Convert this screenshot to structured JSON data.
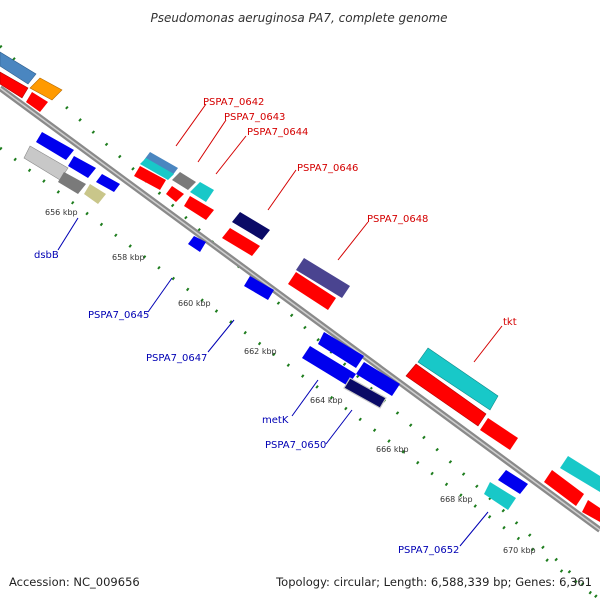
{
  "title": "Pseudomonas aeruginosa PA7, complete genome",
  "footer": {
    "accession": "Accession: NC_009656",
    "summary": "Topology: circular; Length: 6,588,339 bp; Genes: 6,361"
  },
  "colors": {
    "backbone": "#8a8a8a",
    "tick": "#1e7d1e",
    "forward_label": "#d40000",
    "reverse_label": "#0000b4",
    "red": "#ff0000",
    "blue": "#0000ee",
    "cyan": "#18c8c8",
    "navy": "#0a0a66",
    "slate": "#4a4490",
    "grey": "#7a7a7a",
    "lightgrey": "#c8c8c8",
    "khaki": "#c9c68a",
    "orange": "#ff9a00",
    "steel": "#4a86c0"
  },
  "scale": {
    "ticks": [
      "656 kbp",
      "658 kbp",
      "660 kbp",
      "662 kbp",
      "664 kbp",
      "666 kbp",
      "668 kbp",
      "670 kbp"
    ]
  },
  "genes": {
    "dsbB": "dsbB",
    "pspa7_0642": "PSPA7_0642",
    "pspa7_0643": "PSPA7_0643",
    "pspa7_0644": "PSPA7_0644",
    "pspa7_0645": "PSPA7_0645",
    "pspa7_0646": "PSPA7_0646",
    "pspa7_0647": "PSPA7_0647",
    "pspa7_0648": "PSPA7_0648",
    "metK": "metK",
    "pspa7_0650": "PSPA7_0650",
    "tkt": "tkt",
    "pspa7_0652": "PSPA7_0652"
  }
}
